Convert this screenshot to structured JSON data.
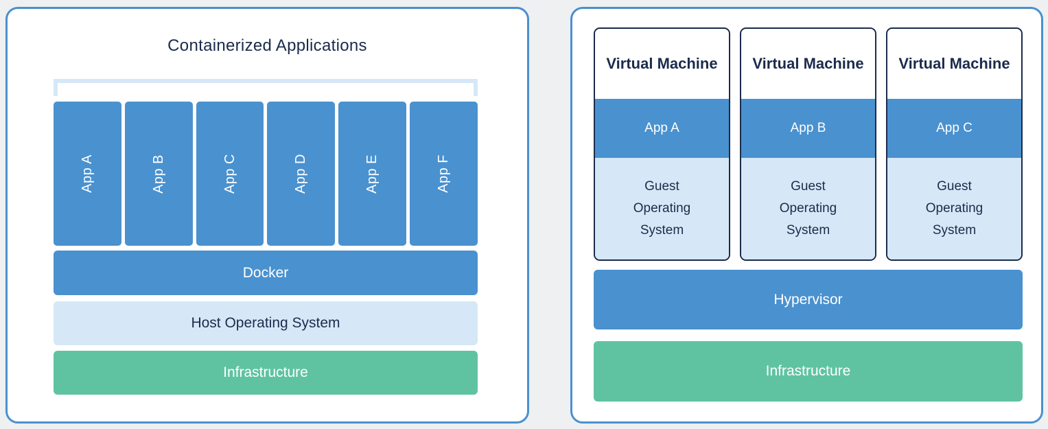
{
  "colors": {
    "page_background": "#EEF0F2",
    "panel_border_blue": "#4A90CE",
    "primary_blue": "#4A91CF",
    "light_blue": "#D6E8F7",
    "green": "#5FC3A2",
    "navy_text": "#1B2B4B",
    "white_text": "#FFFFFF"
  },
  "left_panel": {
    "title": "Containerized Applications",
    "apps": [
      "App A",
      "App B",
      "App C",
      "App D",
      "App E",
      "App F"
    ],
    "layers": {
      "docker": "Docker",
      "host_os": "Host Operating System",
      "infrastructure": "Infrastructure"
    }
  },
  "right_panel": {
    "vms": [
      {
        "title": "Virtual Machine",
        "app": "App A",
        "os": "Guest Operating System"
      },
      {
        "title": "Virtual Machine",
        "app": "App B",
        "os": "Guest Operating System"
      },
      {
        "title": "Virtual Machine",
        "app": "App C",
        "os": "Guest Operating System"
      }
    ],
    "layers": {
      "hypervisor": "Hypervisor",
      "infrastructure": "Infrastructure"
    }
  }
}
